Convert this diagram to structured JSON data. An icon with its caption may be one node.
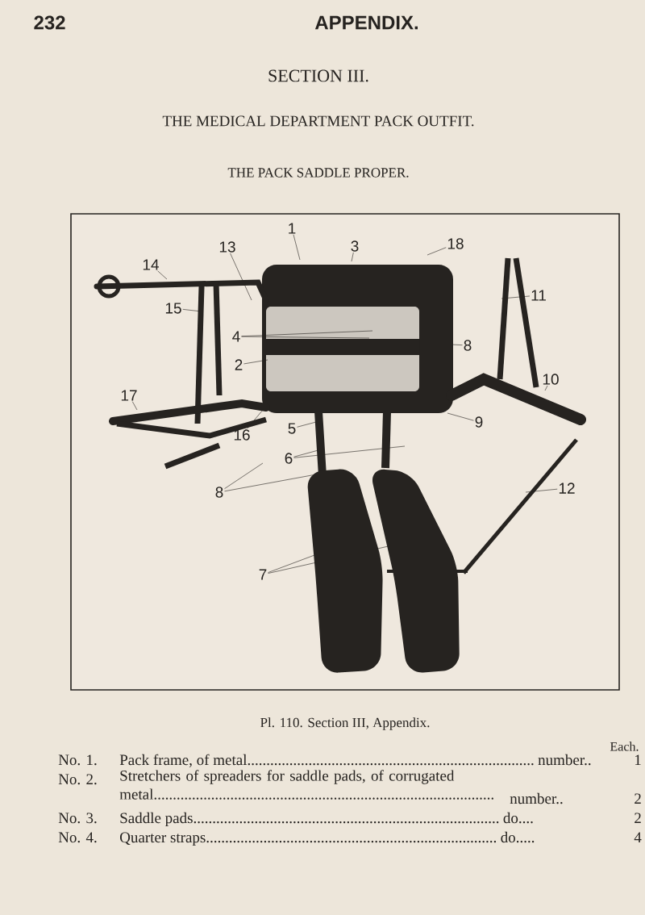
{
  "diagram": {
    "title": "THE PACK SADDLE PROPER.",
    "caption": "Pl. 110. Section III, Appendix.",
    "nodes": [
      {
        "text": [
          "1"
        ]
      },
      {
        "text": [
          "13"
        ]
      },
      {
        "text": [
          "3"
        ]
      },
      {
        "text": [
          "18"
        ]
      },
      {
        "text": [
          "14"
        ]
      },
      {
        "text": [
          "15"
        ]
      },
      {
        "text": [
          "11"
        ]
      },
      {
        "text": [
          "4"
        ]
      },
      {
        "text": [
          "8"
        ]
      },
      {
        "text": [
          "2"
        ]
      },
      {
        "text": [
          "10"
        ]
      },
      {
        "text": [
          "17"
        ]
      },
      {
        "text": [
          "9"
        ]
      },
      {
        "text": [
          "16"
        ]
      },
      {
        "text": [
          "5"
        ]
      },
      {
        "text": [
          "6"
        ]
      },
      {
        "text": [
          "8"
        ]
      },
      {
        "text": [
          "12"
        ]
      },
      {
        "text": [
          "7"
        ]
      }
    ],
    "edges": [
      {
        "from": 0,
        "to": null,
        "arrow": "none"
      },
      {
        "from": 1,
        "to": null,
        "arrow": "none"
      },
      {
        "from": 2,
        "to": null,
        "arrow": "none"
      },
      {
        "from": 3,
        "to": null,
        "arrow": "none"
      },
      {
        "from": 4,
        "to": null,
        "arrow": "none"
      },
      {
        "from": 5,
        "to": null,
        "arrow": "none"
      },
      {
        "from": 6,
        "to": null,
        "arrow": "none"
      },
      {
        "from": 7,
        "to": null,
        "arrow": "none"
      },
      {
        "from": 7,
        "to": null,
        "arrow": "none"
      },
      {
        "from": 8,
        "to": null,
        "arrow": "none"
      },
      {
        "from": 9,
        "to": null,
        "arrow": "none"
      },
      {
        "from": 10,
        "to": null,
        "arrow": "none"
      },
      {
        "from": 11,
        "to": null,
        "arrow": "none"
      },
      {
        "from": 12,
        "to": null,
        "arrow": "none"
      },
      {
        "from": 13,
        "to": null,
        "arrow": "none"
      },
      {
        "from": 14,
        "to": null,
        "arrow": "none"
      },
      {
        "from": 15,
        "to": null,
        "arrow": "none"
      },
      {
        "from": 15,
        "to": null,
        "arrow": "none"
      },
      {
        "from": 16,
        "to": null,
        "arrow": "none"
      },
      {
        "from": 16,
        "to": null,
        "arrow": "none"
      },
      {
        "from": 17,
        "to": null,
        "arrow": "none"
      },
      {
        "from": 18,
        "to": null,
        "arrow": "none"
      },
      {
        "from": 18,
        "to": null,
        "arrow": "none"
      }
    ],
    "labels": [
      "232",
      "APPENDIX.",
      "SECTION III.",
      "THE MEDICAL DEPARTMENT PACK OUTFIT.",
      "Each.",
      "No. 1.",
      "Pack frame, of metal...........................................................................",
      "number..",
      "1",
      "No. 2.",
      "Stretchers of spreaders for saddle pads, of corrugated metal.........................................................................................",
      "number..",
      "2",
      "No. 3.",
      "Saddle pads................................................................................",
      "do....",
      "2",
      "No. 4.",
      "Quarter straps............................................................................",
      "do.....",
      "4"
    ]
  }
}
